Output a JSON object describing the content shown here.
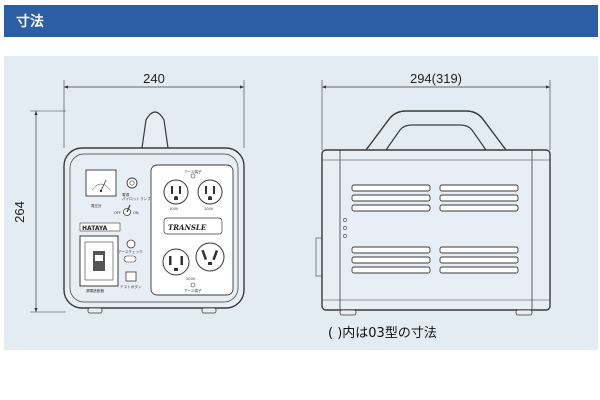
{
  "header": {
    "title": "寸法"
  },
  "dimensions": {
    "front_width": "240",
    "front_height": "264",
    "side_width": "294(319)"
  },
  "caption": "( )内は03型の寸法",
  "front_panel": {
    "brand": "HATAYA",
    "product_logo": "TRANSLE",
    "meter_label": "電圧計",
    "lamp_label": "電源\nパイロットランプ",
    "switch_off": "OFF",
    "switch_on": "ON",
    "earth_check_label": "アースチェック",
    "test_button_label": "テストボタン",
    "breaker_label": "漏電遮断器",
    "outlet_top_label": "アース端子",
    "voltage_100v": "100V",
    "voltage_200v": "200V",
    "outlet_bottom_label": "アース端子"
  },
  "colors": {
    "header_bg": "#2c5ea6",
    "panel_bg": "#e4ecf3",
    "line": "#3a3a3a",
    "body_fill": "#e8eef5"
  }
}
